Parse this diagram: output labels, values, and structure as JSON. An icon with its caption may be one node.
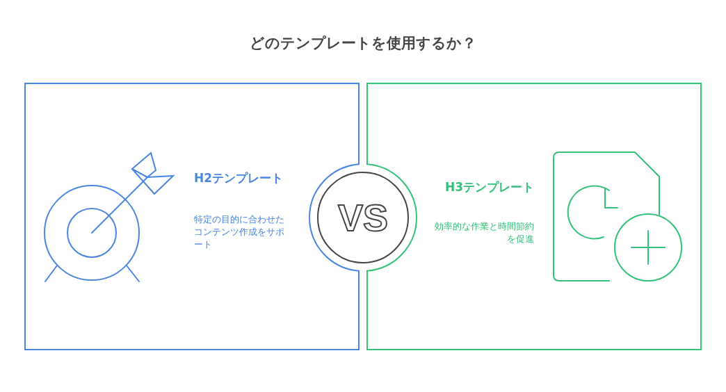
{
  "diagram": {
    "title": "どのテンプレートを使用するか？",
    "nodes": [
      {
        "text": [
          "H2テンプレート",
          "特定の目的に合わせたコンテンツ作成をサポート"
        ]
      },
      {
        "text": [
          "H3テンプレート",
          "効率的な作業と時間節約を促進"
        ]
      },
      {
        "text": [
          "VS"
        ]
      }
    ]
  }
}
